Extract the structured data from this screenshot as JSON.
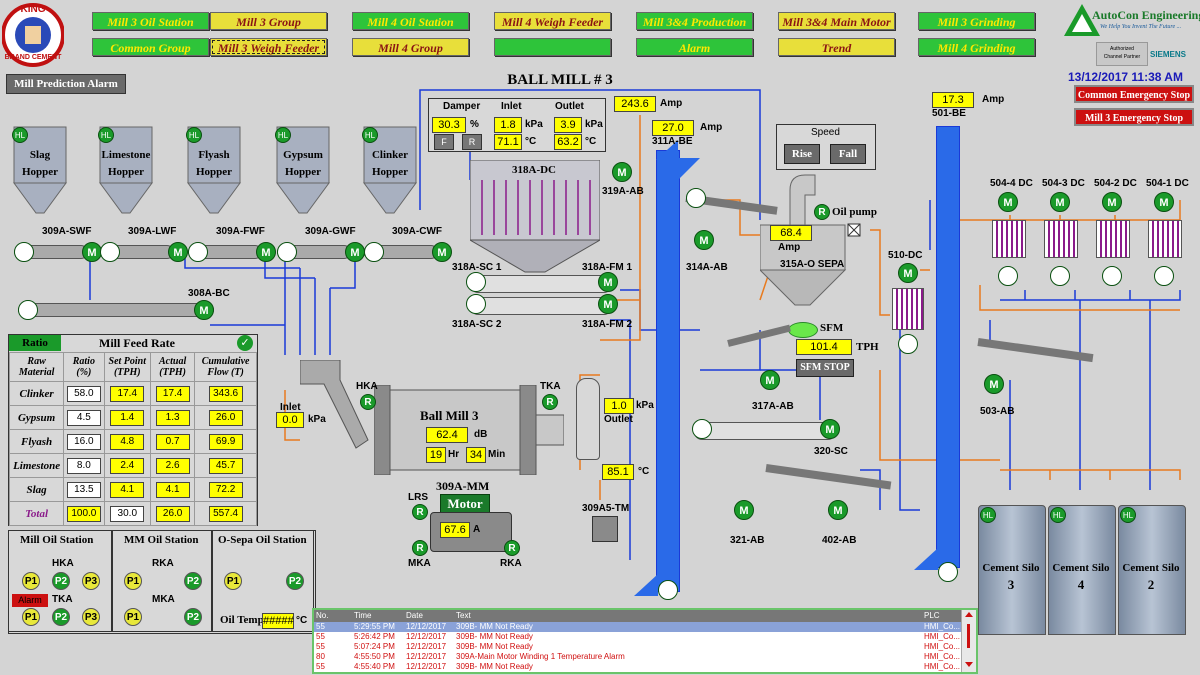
{
  "brand": {
    "name_top": "KING",
    "name_bottom": "BRAND CEMENT"
  },
  "nav": {
    "row1": [
      "Mill 3 Oil Station",
      "Mill 3 Group",
      "Mill 4 Oil Station",
      "Mill 4 Weigh Feeder",
      "Mill 3&4 Production",
      "Mill 3&4 Main Motor",
      "Mill 3 Grinding"
    ],
    "row2": [
      "Common Group",
      "Mill 3 Weigh Feeder",
      "Mill 4 Group",
      "",
      "Alarm",
      "Trend",
      "Mill 4 Grinding"
    ]
  },
  "autocon": {
    "name": "AutoCon Engineering Ltd.",
    "tagline": "We Help You Invent The Future ...",
    "partner_line1": "Authorized",
    "partner_line2": "Channel Partner",
    "siemens": "SIEMENS"
  },
  "datetime": "13/12/2017 11:38 AM",
  "buttons": {
    "prediction_alarm": "Mill Prediction Alarm",
    "common_estop": "Common Emergency Stop",
    "mill3_estop": "Mill 3 Emergency Stop"
  },
  "title": "BALL MILL # 3",
  "hoppers": [
    {
      "name1": "Slag",
      "name2": "Hopper",
      "tag": "309A-SWF",
      "hl": "HL"
    },
    {
      "name1": "Limestone",
      "name2": "Hopper",
      "tag": "309A-LWF",
      "hl": "HL"
    },
    {
      "name1": "Flyash",
      "name2": "Hopper",
      "tag": "309A-FWF",
      "hl": "HL"
    },
    {
      "name1": "Gypsum",
      "name2": "Hopper",
      "tag": "309A-GWF",
      "hl": "HL"
    },
    {
      "name1": "Clinker",
      "name2": "Hopper",
      "tag": "309A-CWF",
      "hl": "HL"
    }
  ],
  "belt_conveyor": "308A-BC",
  "dc_panel": {
    "h_damper": "Damper",
    "h_inlet": "Inlet",
    "h_outlet": "Outlet",
    "damper": "30.3",
    "damper_unit": "%",
    "inlet_kpa": "1.8",
    "inlet_c": "71.1",
    "outlet_kpa": "3.9",
    "outlet_c": "63.2",
    "unit_kpa": "kPa",
    "unit_c": "°C",
    "btn_f": "F",
    "btn_r": "R"
  },
  "dust_collector": {
    "tag": "318A-DC",
    "fan": "319A-AB",
    "amp": "243.6",
    "amp_unit": "Amp"
  },
  "screws": {
    "sc1": "318A-SC 1",
    "sc2": "318A-SC 2",
    "fm1": "318A-FM 1",
    "fm2": "318A-FM 2"
  },
  "elevator_311": {
    "tag": "311A-BE",
    "amp": "27.0",
    "amp_unit": "Amp"
  },
  "elevator_501": {
    "tag": "501-BE",
    "amp": "17.3",
    "amp_unit": "Amp"
  },
  "speed_panel": {
    "title": "Speed",
    "rise": "Rise",
    "fall": "Fall"
  },
  "sepa": {
    "tag": "315A-O SEPA",
    "amp": "68.4",
    "amp_unit": "Amp",
    "oil_pump": "Oil pump",
    "fan": "314A-AB"
  },
  "sfm": {
    "tag": "SFM",
    "value": "101.4",
    "unit": "TPH",
    "stop": "SFM STOP",
    "fan": "317A-AB"
  },
  "sc320": "320-SC",
  "dc510": "510-DC",
  "dcs": [
    "504-4 DC",
    "504-3 DC",
    "504-2 DC",
    "504-1 DC"
  ],
  "ab503": "503-AB",
  "ab321": "321-AB",
  "ab402": "402-AB",
  "silos": [
    {
      "name": "Cement Silo",
      "num": "3",
      "hl": "HL"
    },
    {
      "name": "Cement Silo",
      "num": "4",
      "hl": "HL"
    },
    {
      "name": "Cement Silo",
      "num": "2",
      "hl": "HL"
    }
  ],
  "mill": {
    "name": "Ball Mill 3",
    "db": "62.4",
    "db_unit": "dB",
    "hr": "19",
    "hr_unit": "Hr",
    "min": "34",
    "min_unit": "Min",
    "hka": "HKA",
    "tka": "TKA",
    "inlet_label": "Inlet",
    "inlet_kpa": "0.0",
    "outlet_kpa": "1.0",
    "outlet_label": "Outlet",
    "outlet_temp": "85.1",
    "unit_kpa": "kPa",
    "unit_c": "°C"
  },
  "motor_main": {
    "tag": "309A-MM",
    "label": "Motor",
    "amp": "67.6",
    "amp_unit": "A",
    "lrs": "LRS",
    "mka": "MKA",
    "rka": "RKA",
    "tm": "309A5-TM"
  },
  "feed_table": {
    "tab": "Ratio",
    "title": "Mill Feed Rate",
    "headers": [
      "Raw Material",
      "Ratio (%)",
      "Set Point (TPH)",
      "Actual (TPH)",
      "Cumulative Flow (T)"
    ],
    "rows": [
      [
        "Clinker",
        "58.0",
        "17.4",
        "17.4",
        "343.6"
      ],
      [
        "Gypsum",
        "4.5",
        "1.4",
        "1.3",
        "26.0"
      ],
      [
        "Flyash",
        "16.0",
        "4.8",
        "0.7",
        "69.9"
      ],
      [
        "Limestone",
        "8.0",
        "2.4",
        "2.6",
        "45.7"
      ],
      [
        "Slag",
        "13.5",
        "4.1",
        "4.1",
        "72.2"
      ],
      [
        "Total",
        "100.0",
        "30.0",
        "26.0",
        "557.4"
      ]
    ]
  },
  "oil_stations": {
    "mill": "Mill Oil Station",
    "mm": "MM Oil Station",
    "osepa": "O-Sepa Oil Station",
    "hka": "HKA",
    "tka": "TKA",
    "rka": "RKA",
    "mka": "MKA",
    "alarm": "Alarm",
    "oil_temp": "Oil Temp",
    "oil_temp_val": "#####",
    "oil_temp_unit": "°C",
    "p1": "P1",
    "p2": "P2",
    "p3": "P3"
  },
  "alarms": {
    "headers": [
      "No.",
      "Time",
      "Date",
      "Text",
      "PLC"
    ],
    "rows": [
      [
        "55",
        "5:29:55 PM",
        "12/12/2017",
        "309B- MM Not Ready",
        "HMI_Co..."
      ],
      [
        "55",
        "5:26:42 PM",
        "12/12/2017",
        "309B- MM Not Ready",
        "HMI_Co..."
      ],
      [
        "55",
        "5:07:24 PM",
        "12/12/2017",
        "309B- MM Not Ready",
        "HMI_Co..."
      ],
      [
        "80",
        "4:55:50 PM",
        "12/12/2017",
        "309A-Main Motor Winding 1 Temperature Alarm",
        "HMI_Co..."
      ],
      [
        "55",
        "4:55:40 PM",
        "12/12/2017",
        "309B- MM Not Ready",
        "HMI_Co..."
      ]
    ]
  },
  "motor_glyph": "M",
  "r_glyph": "R",
  "colors": {
    "accent_green": "#2ec43a",
    "accent_yellow": "#e8df3a",
    "value_yellow": "#ffff00",
    "pipe_blue": "#1a3ad8",
    "pipe_orange": "#e87a1e",
    "estop_red": "#cc1010"
  }
}
